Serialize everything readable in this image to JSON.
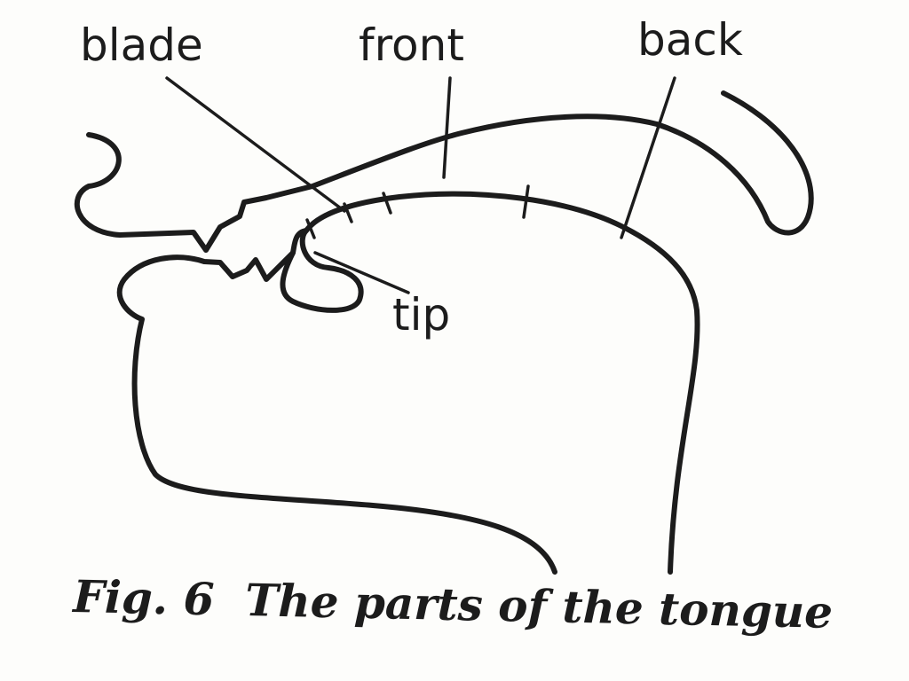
{
  "labels": {
    "blade": "blade",
    "front": "front",
    "back": "back",
    "tip": "tip"
  },
  "caption": "Fig. 6  The parts of the tongue",
  "colors": {
    "ink": "#1c1c1c",
    "paper": "#fdfdfb"
  }
}
